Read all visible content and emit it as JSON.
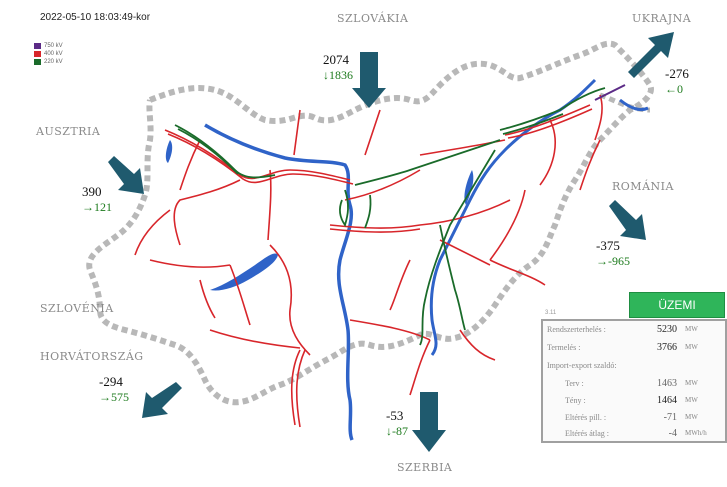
{
  "header": {
    "timestamp": "2022-05-10 18:03:49-kor"
  },
  "legend": [
    {
      "label": "750 kV",
      "color": "#5b2a86"
    },
    {
      "label": "400 kV",
      "color": "#d8262b"
    },
    {
      "label": "220 kV",
      "color": "#1a6b2a"
    }
  ],
  "countries": {
    "slovakia": "SZLOVÁKIA",
    "ukraine": "UKRAJNA",
    "austria": "AUSZTRIA",
    "romania": "ROMÁNIA",
    "slovenia": "SZLOVÉNIA",
    "croatia": "HORVÁTORSZÁG",
    "serbia": "SZERBIA"
  },
  "flows": {
    "slovakia": {
      "actual": "2074",
      "scheduled": "↓1836"
    },
    "ukraine": {
      "actual": "-276",
      "scheduled": "←0"
    },
    "austria": {
      "actual": "390",
      "scheduled": "→121"
    },
    "romania": {
      "actual": "-375",
      "scheduled": "→-965"
    },
    "croatia": {
      "actual": "-294",
      "scheduled": "→575"
    },
    "serbia": {
      "actual": "-53",
      "scheduled": "↓-87"
    }
  },
  "colors": {
    "arrow": "#1f5a6e",
    "border": "#b8b8b8",
    "line400": "#d8262b",
    "line220": "#1a6b2a",
    "line750": "#5b2a86",
    "lake": "#2f63c8",
    "river": "#2f63c8"
  },
  "mode_button": {
    "label": "ÜZEMI"
  },
  "version": "3.11",
  "stats": {
    "load": {
      "label": "Rendszerterhelés :",
      "value": "5230",
      "unit": "MW"
    },
    "production": {
      "label": "Termelés :",
      "value": "3766",
      "unit": "MW"
    },
    "balance_title": "Import-export szaldó:",
    "plan": {
      "label": "Terv :",
      "value": "1463",
      "unit": "MW"
    },
    "actual": {
      "label": "Tény :",
      "value": "1464",
      "unit": "MW"
    },
    "deviation": {
      "label": "Eltérés pill. :",
      "value": "-71",
      "unit": "MW"
    },
    "deviation_avg": {
      "label": "Eltérés átlag :",
      "value": "-4",
      "unit": "MWh/h"
    }
  }
}
